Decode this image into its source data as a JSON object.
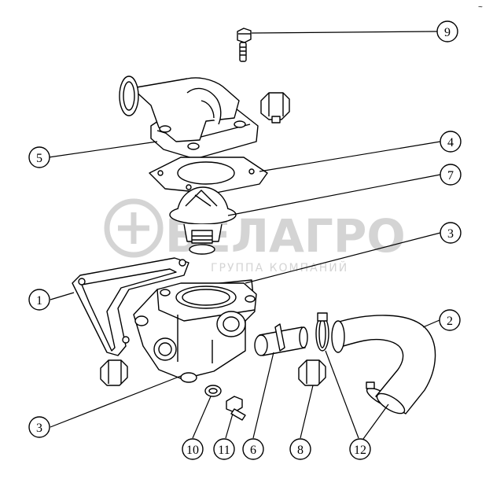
{
  "diagram": {
    "callouts": [
      {
        "id": "c9",
        "number": "9"
      },
      {
        "id": "c5",
        "number": "5"
      },
      {
        "id": "c4",
        "number": "4"
      },
      {
        "id": "c7",
        "number": "7"
      },
      {
        "id": "c3a",
        "number": "3"
      },
      {
        "id": "c1",
        "number": "1"
      },
      {
        "id": "c2",
        "number": "2"
      },
      {
        "id": "c3b",
        "number": "3"
      },
      {
        "id": "c10",
        "number": "10"
      },
      {
        "id": "c11",
        "number": "11"
      },
      {
        "id": "c6",
        "number": "6"
      },
      {
        "id": "c8",
        "number": "8"
      },
      {
        "id": "c12",
        "number": "12"
      }
    ],
    "corner_mark": "~"
  },
  "watermark": {
    "brand": "БЕЛАГРО",
    "tagline": "ГРУППА КОМПАНИЙ",
    "color": "#d4d4d4"
  },
  "colors": {
    "line": "#000000",
    "background": "#ffffff"
  }
}
